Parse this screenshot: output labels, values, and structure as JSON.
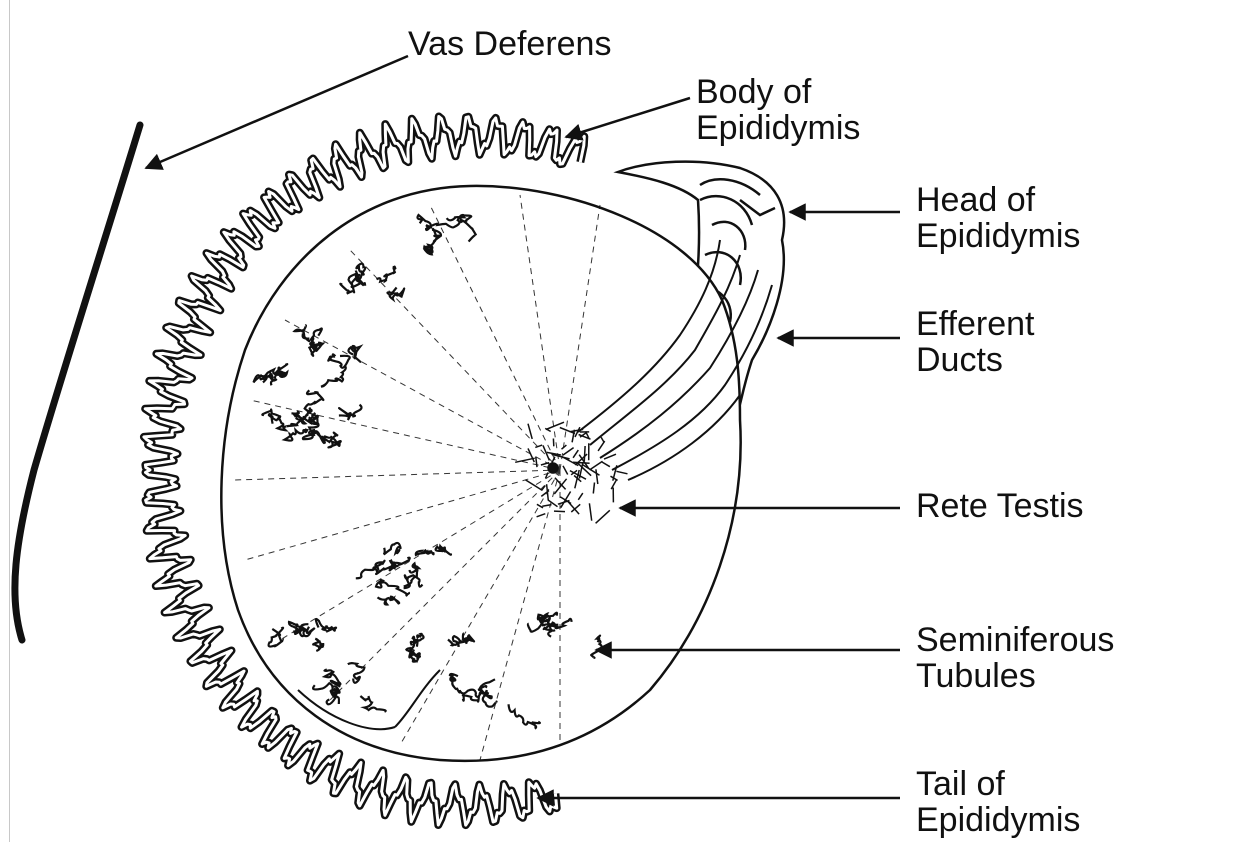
{
  "labels": {
    "vas_deferens": "Vas Deferens",
    "body_of_epididymis": [
      "Body of",
      "Epididymis"
    ],
    "head_of_epididymis": [
      "Head of",
      "Epididymis"
    ],
    "efferent_ducts": [
      "Efferent",
      "Ducts"
    ],
    "rete_testis": "Rete Testis",
    "seminiferous_tubules": [
      "Seminiferous",
      "Tubules"
    ],
    "tail_of_epididymis": [
      "Tail of",
      "Epididymis"
    ]
  },
  "colors": {
    "ink": "#111111",
    "background": "#ffffff"
  }
}
